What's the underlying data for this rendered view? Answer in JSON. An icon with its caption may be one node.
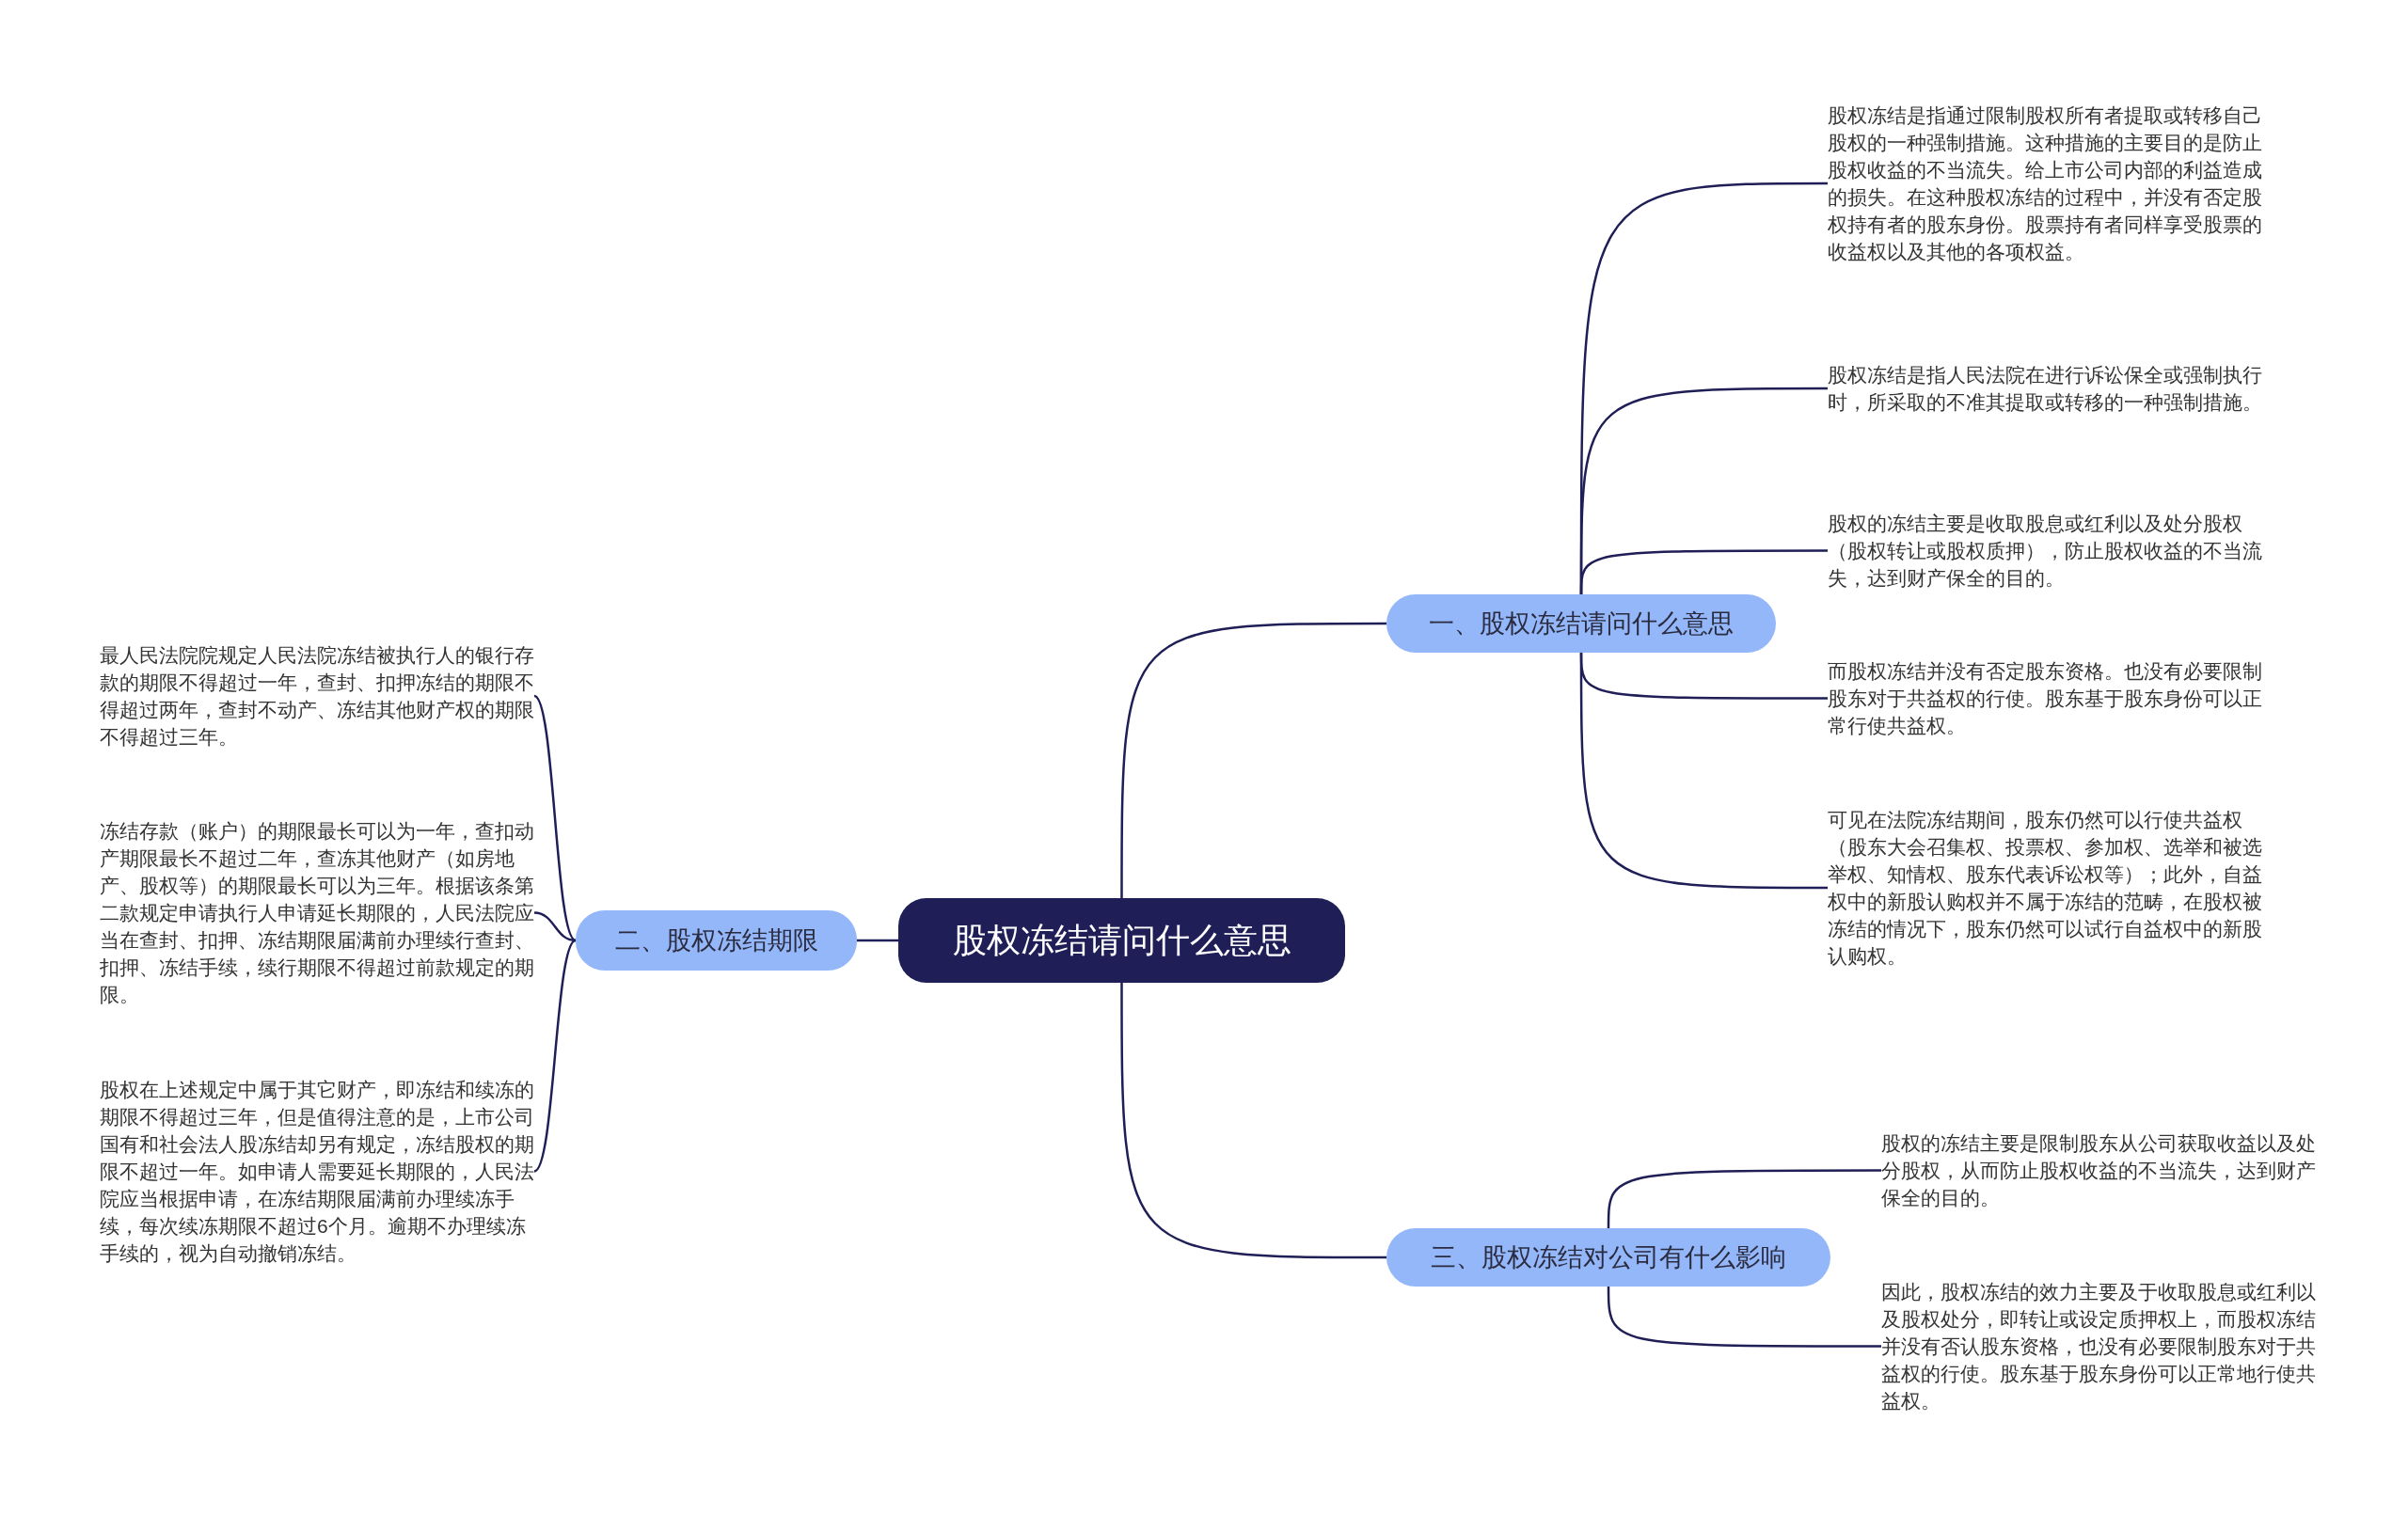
{
  "diagram": {
    "nodes": [
      {
        "text": [
          "股权冻结请问什么意思"
        ]
      },
      {
        "text": [
          "一、股权冻结请问什么意思"
        ]
      },
      {
        "text": [
          "股权冻结是指通过限制股权所有者提取或转移自己股权的一种强制措施。这种措施的主要目的是防止股权收益的不当流失。给上市公司内部的利益造成的损失。在这种股权冻结的过程中，并没有否定股权持有者的股东身份。股票持有者同样享受股票的收益权以及其他的各项权益。"
        ]
      },
      {
        "text": [
          "股权冻结是指人民法院在进行诉讼保全或强制执行时，所采取的不准其提取或转移的一种强制措施。"
        ]
      },
      {
        "text": [
          "股权的冻结主要是收取股息或红利以及处分股权（股权转让或股权质押），防止股权收益的不当流失，达到财产保全的目的。"
        ]
      },
      {
        "text": [
          "而股权冻结并没有否定股东资格。也没有必要限制股东对于共益权的行使。股东基于股东身份可以正常行使共益权。"
        ]
      },
      {
        "text": [
          "可见在法院冻结期间，股东仍然可以行使共益权（股东大会召集权、投票权、参加权、选举和被选举权、知情权、股东代表诉讼权等）；此外，自益权中的新股认购权并不属于冻结的范畴，在股权被冻结的情况下，股东仍然可以试行自益权中的新股认购权。"
        ]
      },
      {
        "text": [
          "二、股权冻结期限"
        ]
      },
      {
        "text": [
          "最人民法院院规定人民法院冻结被执行人的银行存款的期限不得超过一年，查封、扣押冻结的期限不得超过两年，查封不动产、冻结其他财产权的期限不得超过三年。"
        ]
      },
      {
        "text": [
          "冻结存款（账户）的期限最长可以为一年，查扣动产期限最长不超过二年，查冻其他财产（如房地产、股权等）的期限最长可以为三年。根据该条第二款规定申请执行人申请延长期限的，人民法院应当在查封、扣押、冻结期限届满前办理续行查封、扣押、冻结手续，续行期限不得超过前款规定的期限。"
        ]
      },
      {
        "text": [
          "股权在上述规定中属于其它财产，即冻结和续冻的期限不得超过三年，但是值得注意的是，上市公司国有和社会法人股冻结却另有规定，冻结股权的期限不超过一年。如申请人需要延长期限的，人民法院应当根据申请，在冻结期限届满前办理续冻手续，每次续冻期限不超过6个月。逾期不办理续冻手续的，视为自动撤销冻结。"
        ]
      },
      {
        "text": [
          "三、股权冻结对公司有什么影响"
        ]
      },
      {
        "text": [
          "股权的冻结主要是限制股东从公司获取收益以及处分股权，从而防止股权收益的不当流失，达到财产保全的目的。"
        ]
      },
      {
        "text": [
          "因此，股权冻结的效力主要及于收取股息或红利以及股权处分，即转让或设定质押权上，而股权冻结并没有否认股东资格，也没有必要限制股东对于共益权的行使。股东基于股东身份可以正常地行使共益权。"
        ]
      }
    ],
    "edges": [
      {
        "from": 0,
        "to": 1,
        "arrow": "none"
      },
      {
        "from": 1,
        "to": 2,
        "arrow": "none"
      },
      {
        "from": 1,
        "to": 3,
        "arrow": "none"
      },
      {
        "from": 1,
        "to": 4,
        "arrow": "none"
      },
      {
        "from": 1,
        "to": 5,
        "arrow": "none"
      },
      {
        "from": 1,
        "to": 6,
        "arrow": "none"
      },
      {
        "from": 0,
        "to": 7,
        "arrow": "none"
      },
      {
        "from": 7,
        "to": 8,
        "arrow": "none"
      },
      {
        "from": 7,
        "to": 9,
        "arrow": "none"
      },
      {
        "from": 7,
        "to": 10,
        "arrow": "none"
      },
      {
        "from": 0,
        "to": 11,
        "arrow": "none"
      },
      {
        "from": 11,
        "to": 12,
        "arrow": "none"
      },
      {
        "from": 11,
        "to": 13,
        "arrow": "none"
      }
    ]
  }
}
